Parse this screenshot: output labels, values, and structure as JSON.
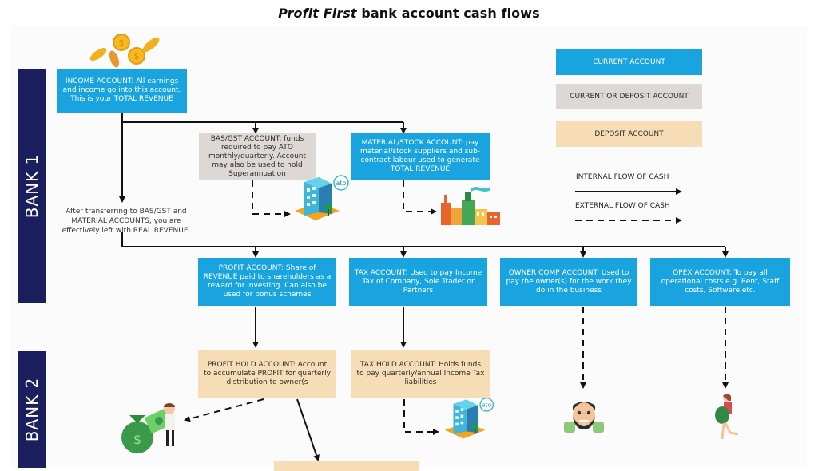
{
  "title": {
    "italic": "Profit First",
    "rest": " bank account cash flows"
  },
  "banks": [
    {
      "label": "BANK 1"
    },
    {
      "label": "BANK 2"
    }
  ],
  "accounts": {
    "income": "INCOME ACCOUNT: All earnings and income go into this account. This is your TOTAL REVENUE",
    "bas_gst": "BAS/GST ACCOUNT: funds required to pay ATO monthly/quarterly. Account may also be used to hold Superannuation",
    "material": "MATERIAL/STOCK ACCOUNT: pay material/stock suppliers and sub-contract labour used to generate TOTAL REVENUE",
    "profit": "PROFIT ACCOUNT: Share of REVENUE paid to shareholders as a reward for investing. Can also be used for bonus schemes",
    "tax": "TAX ACCOUNT: Used to pay Income Tax of Company, Sole Trader or Partners",
    "owner_comp": "OWNER COMP ACCOUNT: Used to pay the owner(s) for the work they do in the business",
    "opex": "OPEX ACCOUNT: To pay all operational costs e.g. Rent, Staff costs, Software etc.",
    "profit_hold": "PROFIT HOLD ACCOUNT: Account to accumulate PROFIT for quarterly distribution to owner(s",
    "tax_hold": "TAX HOLD ACCOUNT: Holds funds to pay quarterly/annual Income Tax liabilities"
  },
  "note": "After transferring to BAS/GST and MATERIAL ACCOUNTS, you are effectively left with REAL REVENUE.",
  "legend": {
    "current": "CURRENT ACCOUNT",
    "current_or_deposit": "CURRENT OR DEPOSIT ACCOUNT",
    "deposit": "DEPOSIT ACCOUNT",
    "internal": "INTERNAL FLOW OF CASH",
    "external": "EXTERNAL FLOW OF CASH"
  },
  "icons": {
    "ato_badge": "ato"
  },
  "colors": {
    "current": "#19a4e0",
    "current_or_deposit": "#ddd8d4",
    "deposit": "#f6ddb5",
    "bank_label": "#1b1f5e"
  }
}
